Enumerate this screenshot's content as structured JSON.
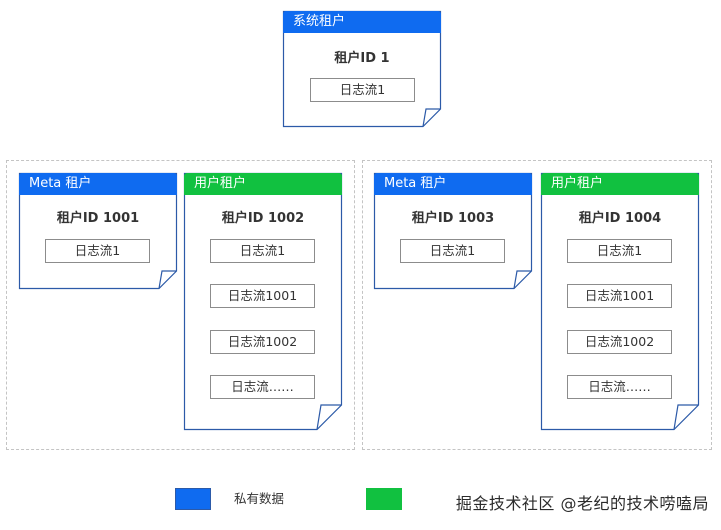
{
  "system_tenant": {
    "header": "系统租户",
    "tenant_id": "租户ID 1",
    "streams": [
      "日志流1"
    ]
  },
  "group_left": {
    "meta": {
      "header": "Meta 租户",
      "tenant_id": "租户ID 1001",
      "streams": [
        "日志流1"
      ]
    },
    "user": {
      "header": "用户租户",
      "tenant_id": "租户ID 1002",
      "streams": [
        "日志流1",
        "日志流1001",
        "日志流1002",
        "日志流……"
      ]
    }
  },
  "group_right": {
    "meta": {
      "header": "Meta 租户",
      "tenant_id": "租户ID 1003",
      "streams": [
        "日志流1"
      ]
    },
    "user": {
      "header": "用户租户",
      "tenant_id": "租户ID 1004",
      "streams": [
        "日志流1",
        "日志流1001",
        "日志流1002",
        "日志流……"
      ]
    }
  },
  "legend": {
    "private_label": "私有数据",
    "shared_label": "掘金技术社区 @老纪的技术唠嗑局",
    "private_color": "#0f6bf0",
    "shared_color": "#11c140"
  },
  "colors": {
    "border": "#2c5aa8",
    "private": "#0f6bf0",
    "shared": "#11c140"
  }
}
